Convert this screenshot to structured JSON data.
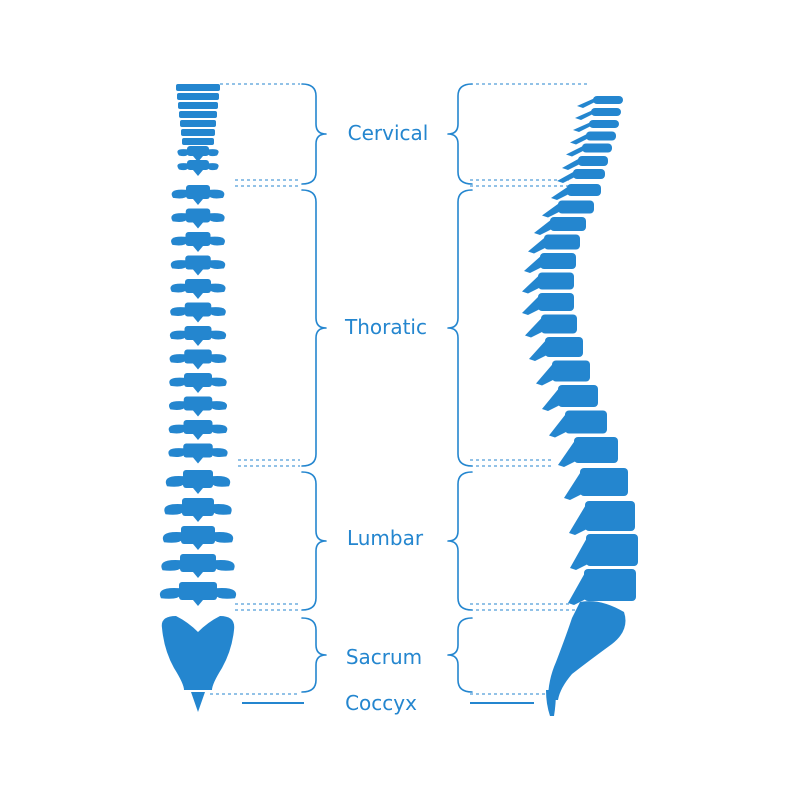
{
  "colors": {
    "accent": "#2486cf",
    "background": "#ffffff"
  },
  "regions": [
    {
      "key": "cervical",
      "label": "Cervical"
    },
    {
      "key": "thoracic",
      "label": "Thoratic"
    },
    {
      "key": "lumbar",
      "label": "Lumbar"
    },
    {
      "key": "sacrum",
      "label": "Sacrum"
    },
    {
      "key": "coccyx",
      "label": "Coccyx"
    }
  ]
}
